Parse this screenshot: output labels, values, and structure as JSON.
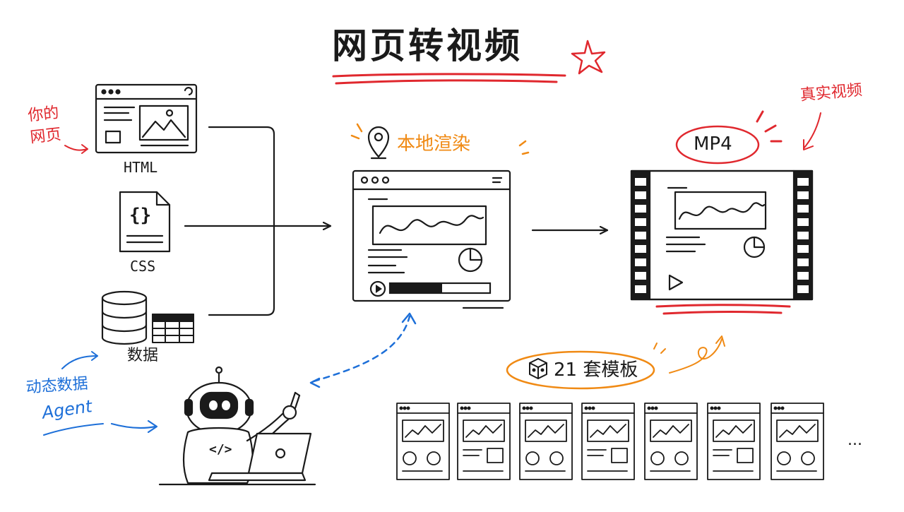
{
  "title": "网页转视频",
  "inputs": {
    "note": [
      "你的",
      "网页"
    ],
    "html_label": "HTML",
    "css_label": "CSS",
    "data_label": "数据"
  },
  "render": {
    "label": "本地渲染"
  },
  "output": {
    "format_label": "MP4",
    "note": "真实视频"
  },
  "agent": {
    "label_line1": "动态数据",
    "label_line2": "Agent"
  },
  "templates": {
    "label": "21 套模板",
    "count_shown": 7,
    "more": "..."
  },
  "colors": {
    "ink": "#1a1a1a",
    "red": "#e0282e",
    "blue": "#1d6fd8",
    "orange": "#f08a14"
  },
  "icons": [
    "browser-window-icon",
    "css-file-icon",
    "database-icon",
    "table-icon",
    "location-pin-icon",
    "play-icon",
    "pie-chart-icon",
    "robot-icon",
    "laptop-icon",
    "cube-icon",
    "star-icon"
  ]
}
